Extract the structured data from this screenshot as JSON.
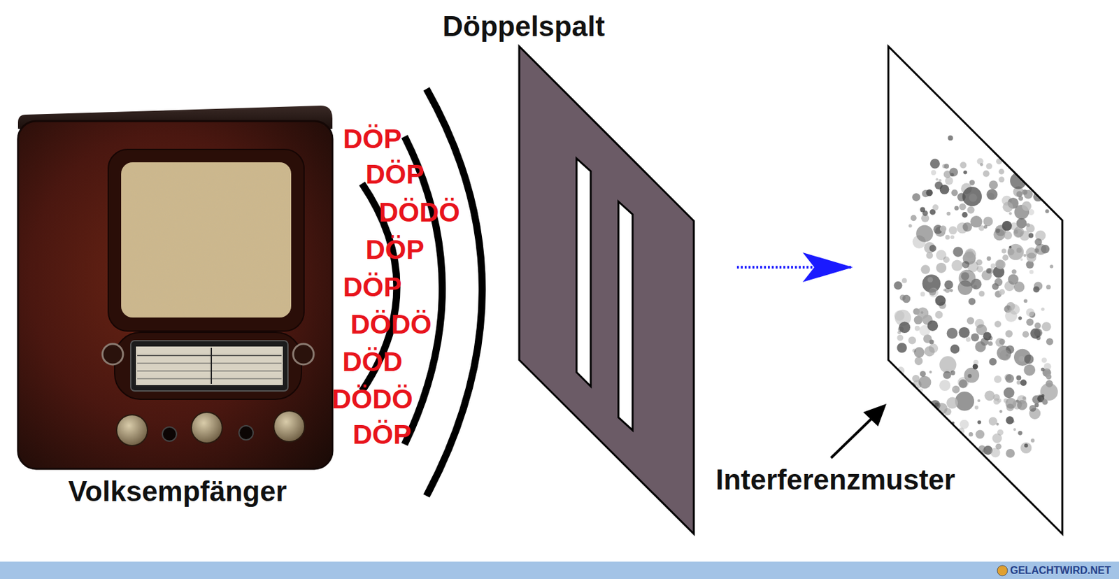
{
  "diagram": {
    "nodes": [
      {
        "text": [
          "Volksempfänger"
        ]
      },
      {
        "text": [
          "Döppelspalt"
        ]
      },
      {
        "text": [
          "Interferenzmuster"
        ]
      }
    ],
    "edges": [
      {
        "from": 1,
        "to": 2,
        "arrow": "to"
      }
    ],
    "labels": [
      "DÖP",
      "DÖP",
      "DÖDÖ",
      "DÖP",
      "DÖP",
      "DÖDÖ",
      "DÖD",
      "DÖDÖ",
      "DÖP",
      "GELACHTWIRD.NET"
    ]
  }
}
